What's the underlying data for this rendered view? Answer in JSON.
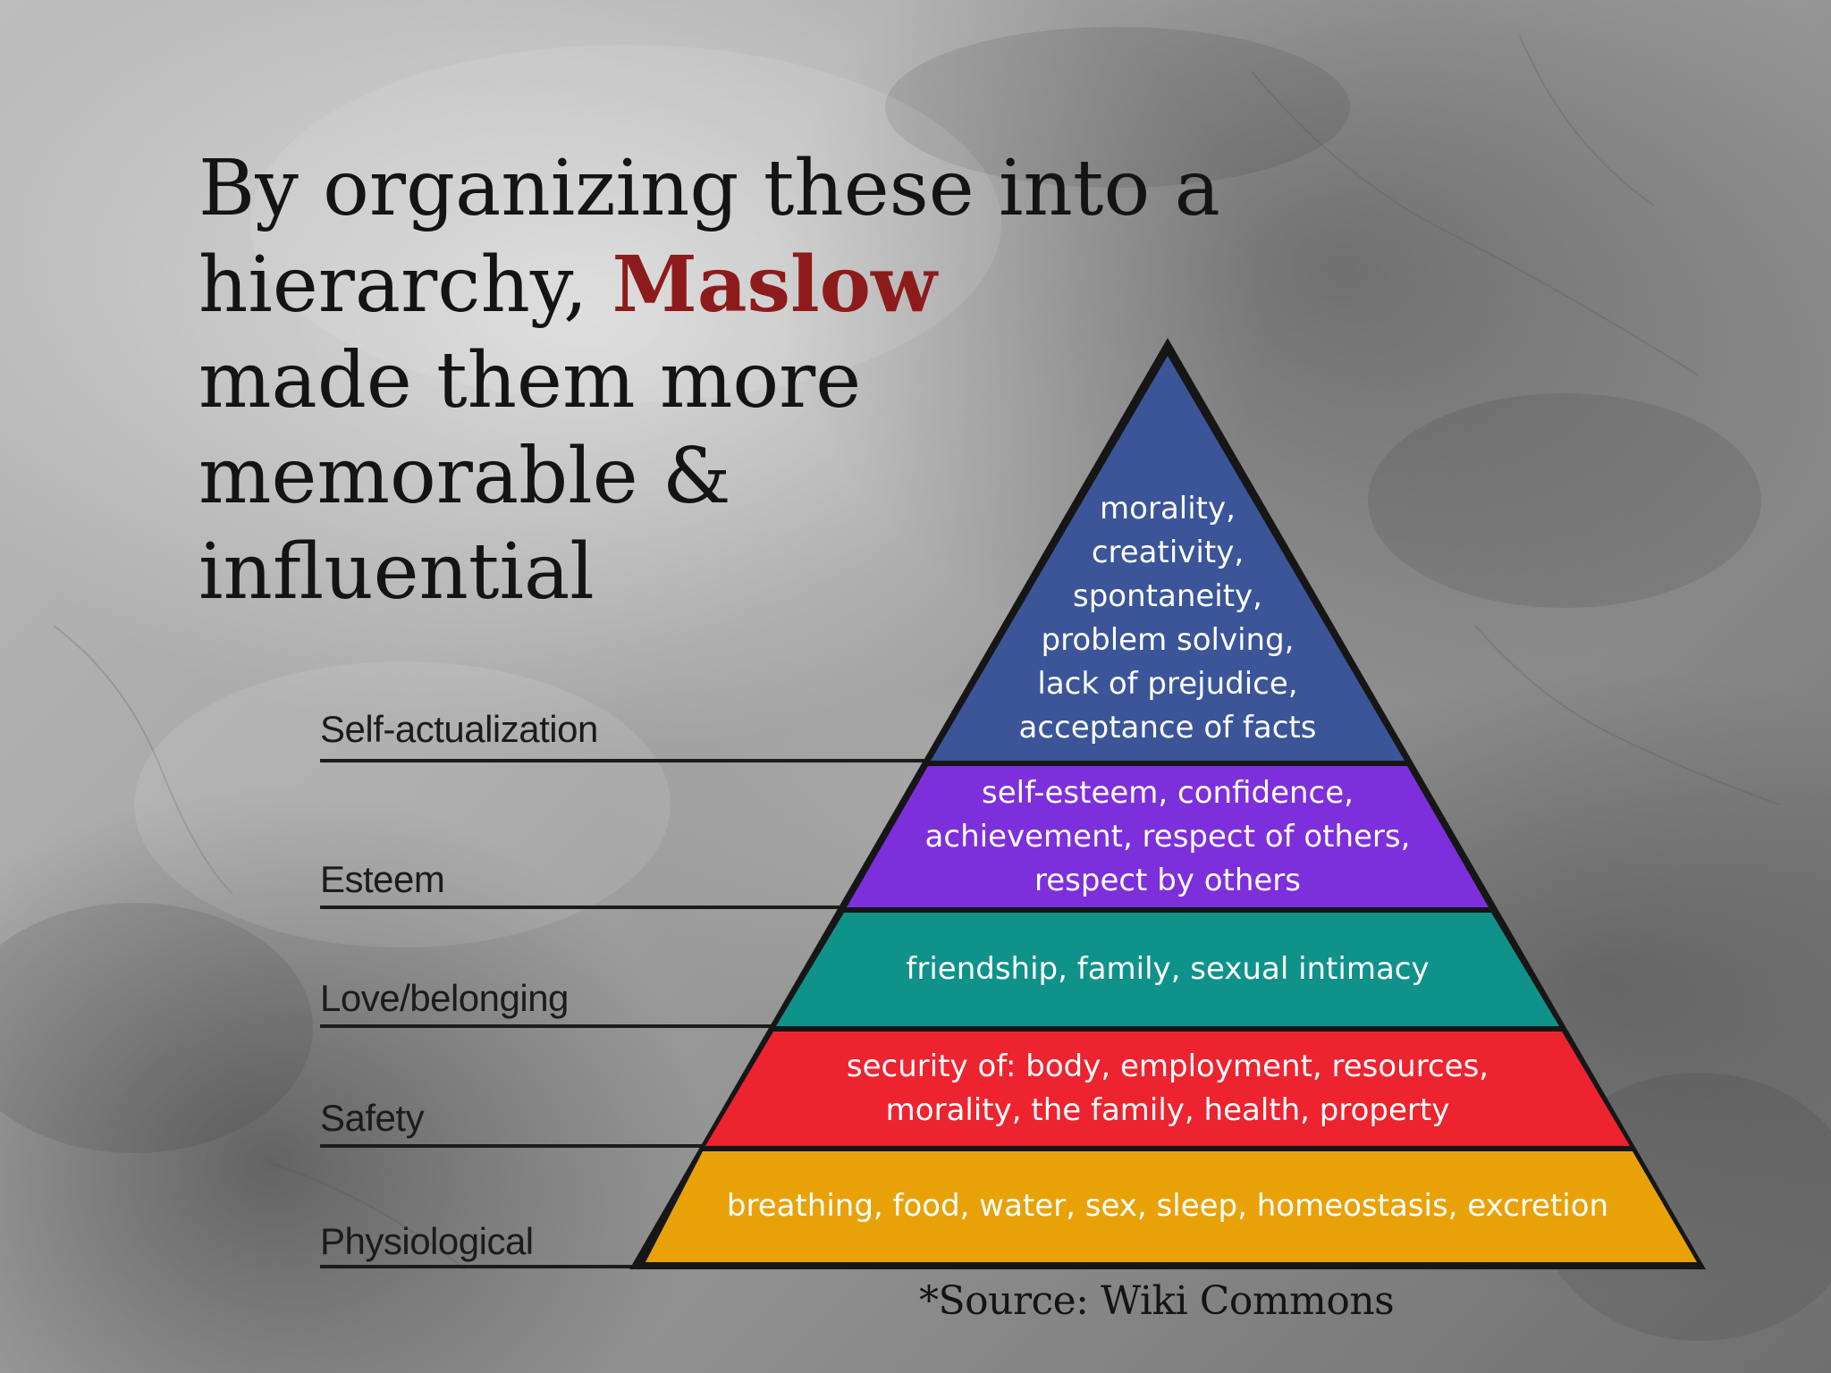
{
  "headline": {
    "line1": "By organizing these into a",
    "line2_prefix": "hierarchy, ",
    "line2_emphasis": "Maslow",
    "line3": "made them more",
    "line4": "memorable &",
    "line5": "influential",
    "emphasis_color": "#8e1b1b"
  },
  "pyramid": {
    "levels": [
      {
        "label": "Self-actualization",
        "color": "#3b5598",
        "text_lines": [
          "morality,",
          "creativity,",
          "spontaneity,",
          "problem solving,",
          "lack of prejudice,",
          "acceptance of facts"
        ]
      },
      {
        "label": "Esteem",
        "color": "#7e2fdc",
        "text_lines": [
          "self-esteem, confidence,",
          "achievement, respect of others,",
          "respect by others"
        ]
      },
      {
        "label": "Love/belonging",
        "color": "#0f928a",
        "text_lines": [
          "friendship, family, sexual intimacy"
        ]
      },
      {
        "label": "Safety",
        "color": "#ee2330",
        "text_lines": [
          "security of: body, employment, resources,",
          "morality, the family, health, property"
        ]
      },
      {
        "label": "Physiological",
        "color": "#e8a208",
        "text_lines": [
          "breathing, food, water, sex, sleep, homeostasis, excretion"
        ]
      }
    ],
    "outline_color": "#161616"
  },
  "source": "*Source: Wiki Commons"
}
